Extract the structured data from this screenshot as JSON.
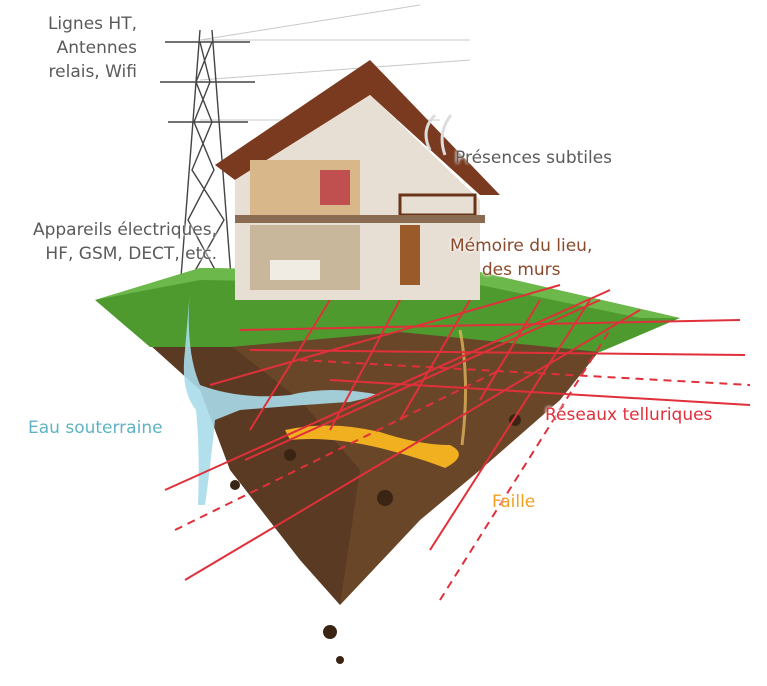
{
  "labels": {
    "power_lines": [
      "Lignes HT,",
      "Antennes",
      "relais, Wifi"
    ],
    "appliances": [
      "Appareils électriques,",
      "HF, GSM, DECT, etc."
    ],
    "subtle_presences": "Présences subtiles",
    "memory": [
      "Mémoire du lieu,",
      "des murs"
    ],
    "groundwater": "Eau souterraine",
    "telluric": "Réseaux telluriques",
    "fault": "Faille"
  },
  "colors": {
    "gray_text": "#5a5a5a",
    "memory": "#8a4a2a",
    "water": "#5fb3c4",
    "telluric": "#e0303a",
    "fault": "#f0a020",
    "grass": "#4e9a2e",
    "soil": "#5a3a22"
  }
}
